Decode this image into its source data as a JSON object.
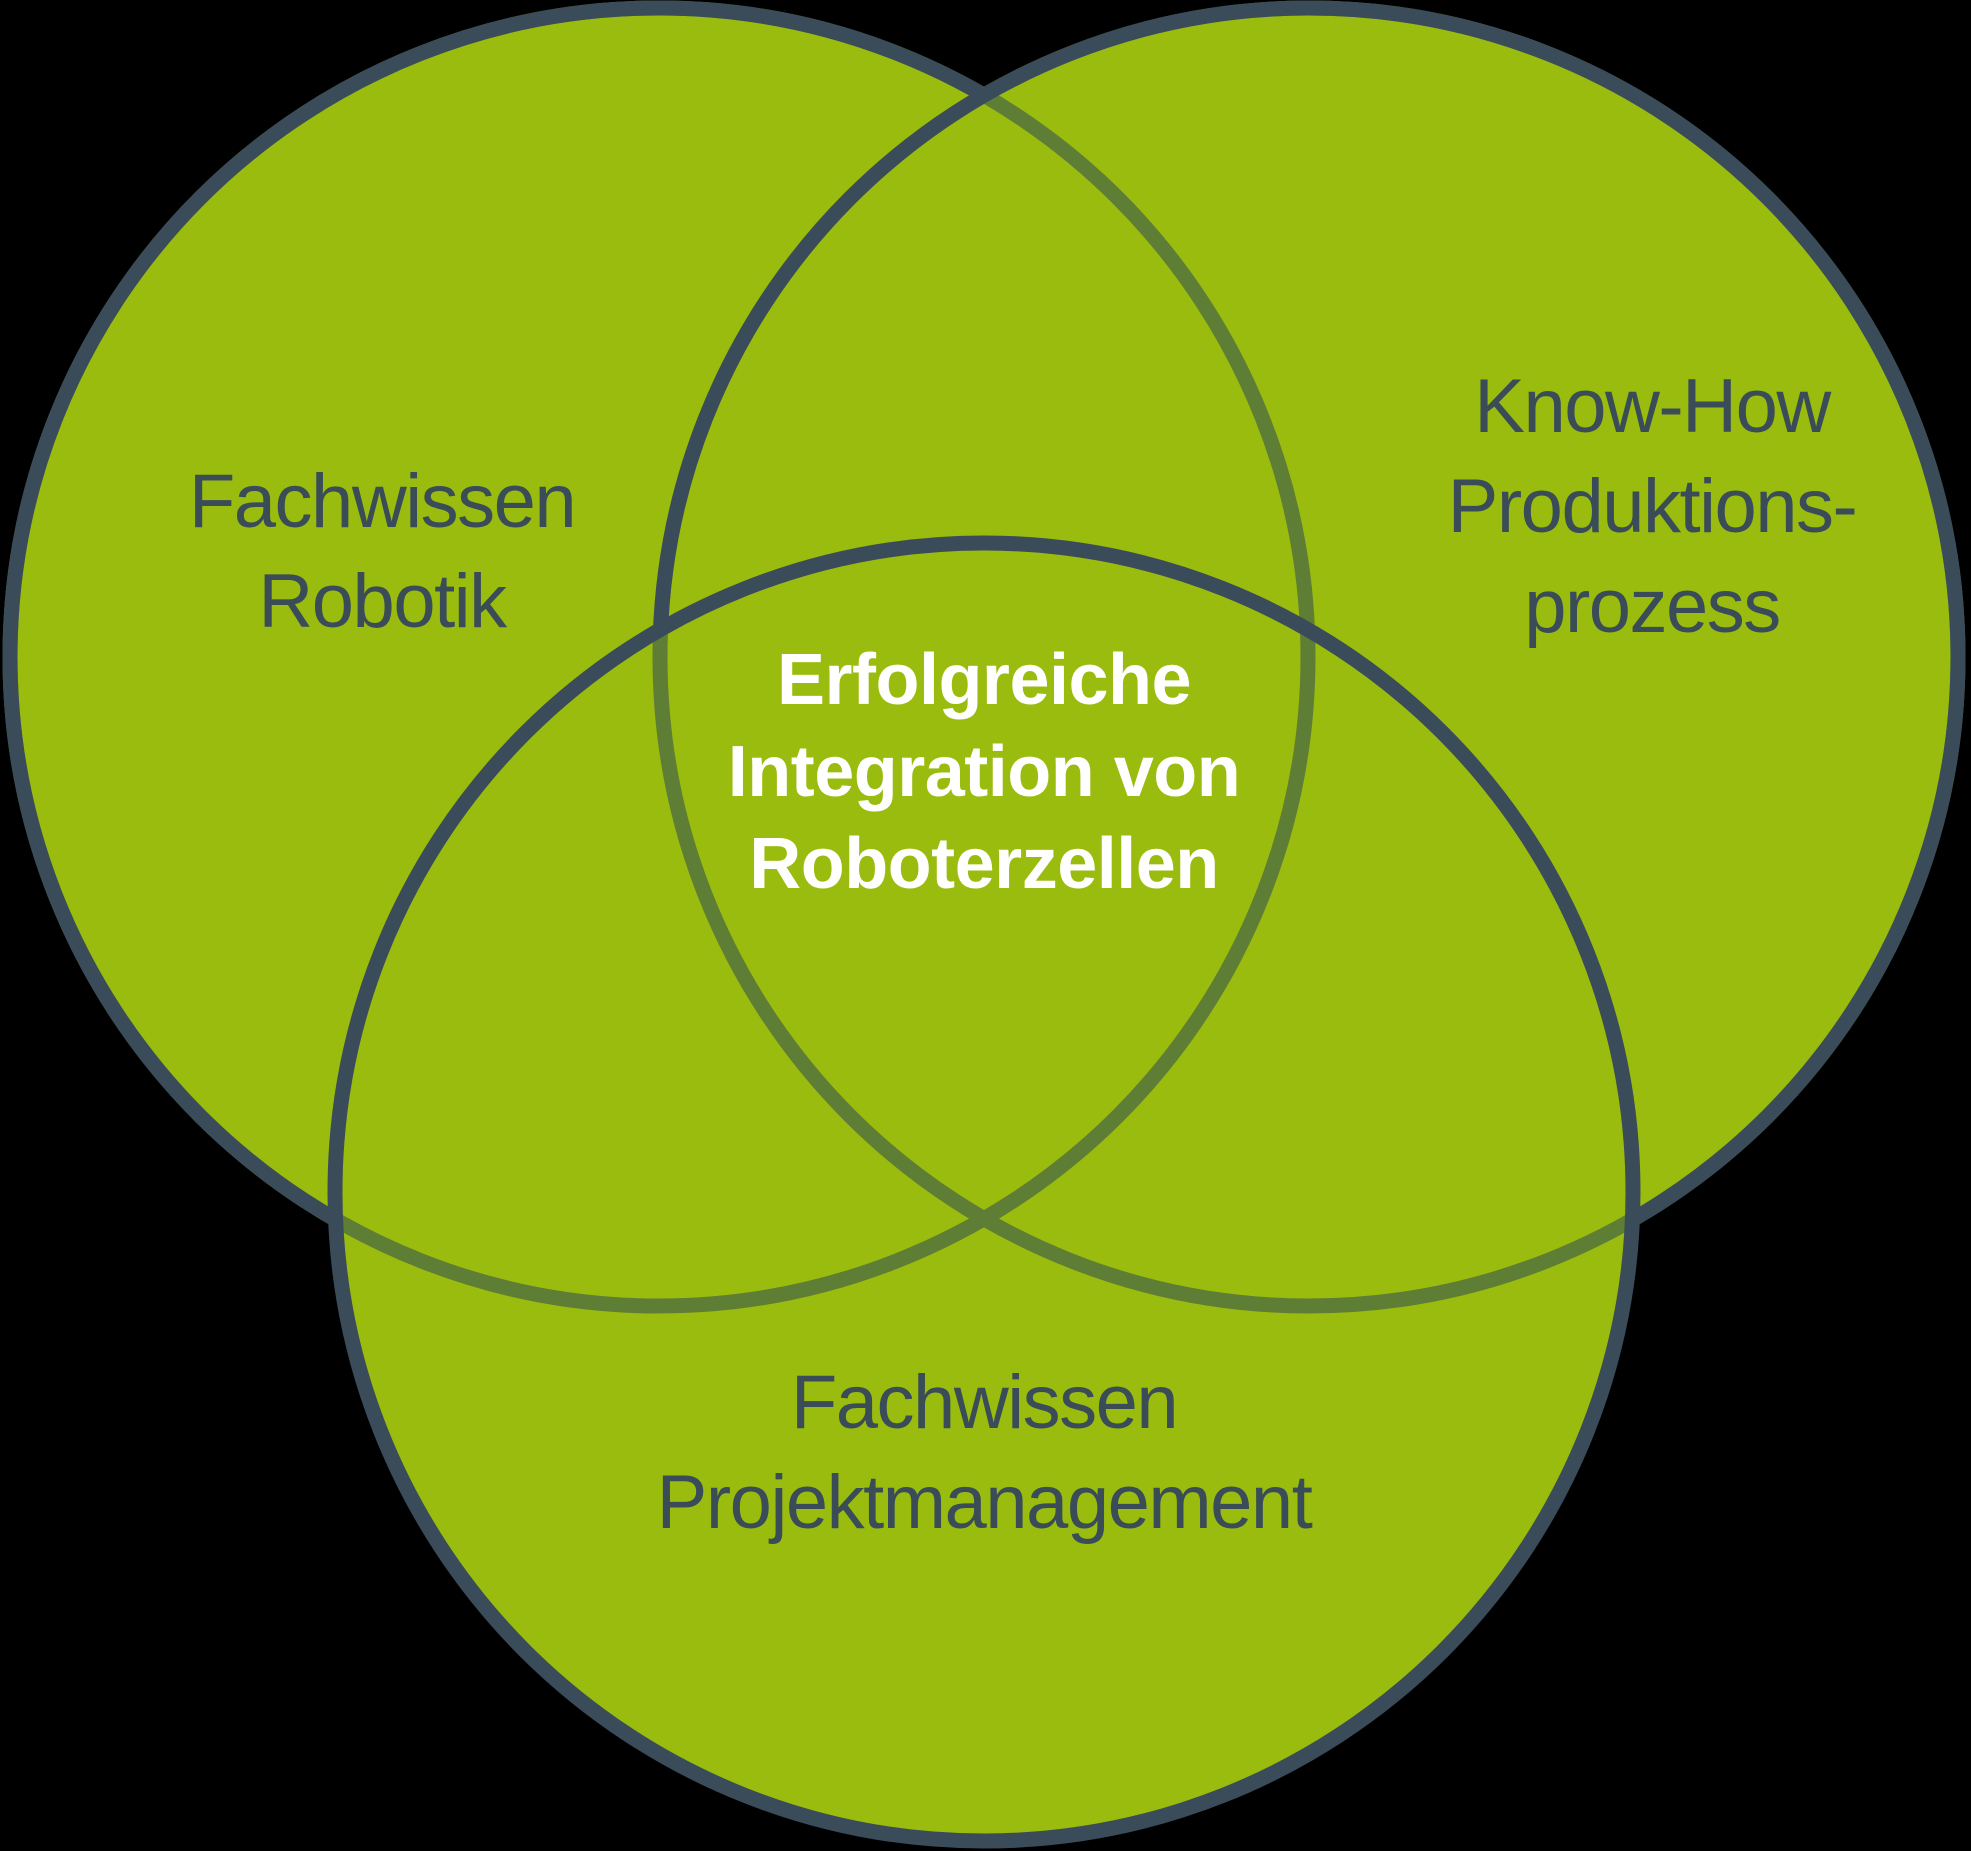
{
  "venn": {
    "colors": {
      "background": "#000000",
      "circle_fill": "#9abc0e",
      "border": "#3a4c59",
      "border_overlap": "#5e7d35",
      "label_text": "#394c58",
      "intersection_text": "#ffffff"
    },
    "sets": [
      {
        "lines": [
          "Fachwissen",
          "Robotik"
        ]
      },
      {
        "lines": [
          "Know-How",
          "Produktions-",
          "prozess"
        ]
      },
      {
        "lines": [
          "Fachwissen",
          "Projektmanagement"
        ]
      }
    ],
    "intersection": {
      "lines": [
        "Erfolgreiche",
        "Integration von",
        "Roboterzellen"
      ]
    }
  }
}
